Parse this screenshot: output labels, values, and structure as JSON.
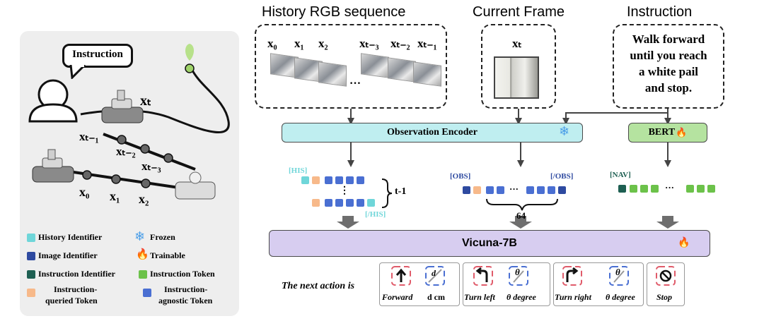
{
  "headers": {
    "history": "History RGB sequence",
    "current": "Current Frame",
    "instruction": "Instruction"
  },
  "history_labels": [
    "x₀",
    "x₁",
    "x₂",
    "xₜ₋₃",
    "xₜ₋₂",
    "xₜ₋₁"
  ],
  "history_ellipsis": "…",
  "current_label": "xₜ",
  "instruction_text": [
    "Walk forward",
    "until you reach",
    "a white pail",
    "and stop."
  ],
  "left_panel": {
    "bubble": "Instruction",
    "robot_top_label": "xₜ",
    "path_labels": [
      "xₜ₋₁",
      "xₜ₋₂",
      "xₜ₋₃"
    ],
    "bottom_labels": [
      "x₀",
      "x₁",
      "x₂"
    ]
  },
  "encoder": {
    "label": "Observation Encoder",
    "icon": "snowflake-icon"
  },
  "bert": {
    "label": "BERT",
    "icon": "fire-icon"
  },
  "llm": {
    "label": "Vicuna-7B",
    "icon": "fire-icon"
  },
  "tokens": {
    "his_open": "[HIS]",
    "his_close": "[/HIS]",
    "his_dots": "⋮",
    "t_minus_1": "t-1",
    "obs_open": "[OBS]",
    "obs_close": "[/OBS]",
    "obs_dots": "···",
    "obs_count": "64",
    "nav": "[NAV]",
    "nav_dots": "···"
  },
  "legend": [
    {
      "label": "History Identifier",
      "color": "#6fd6d9"
    },
    {
      "label": "Image Identifier",
      "color": "#2e4aa0"
    },
    {
      "label": "Instruction Identifier",
      "color": "#1e5f52"
    },
    {
      "label": "Instruction-queried Token",
      "color": "#f7b98a"
    },
    {
      "label": "Frozen",
      "icon": "snowflake-icon"
    },
    {
      "label": "Trainable",
      "icon": "fire-icon"
    },
    {
      "label": "Instruction Token",
      "color": "#6cc24a"
    },
    {
      "label": "Instruction-agnostic Token",
      "color": "#4a6fd2"
    }
  ],
  "legend_split": {
    "queried_1": "Instruction-",
    "queried_2": "queried Token",
    "agnostic_1": "Instruction-",
    "agnostic_2": "agnostic Token"
  },
  "actions": {
    "prefix": "The next action is",
    "items": [
      "Forward",
      "d cm",
      "Turn left",
      "θ degree",
      "Turn right",
      "θ degree",
      "Stop"
    ],
    "glyph_d": "d",
    "glyph_theta": "θ"
  }
}
